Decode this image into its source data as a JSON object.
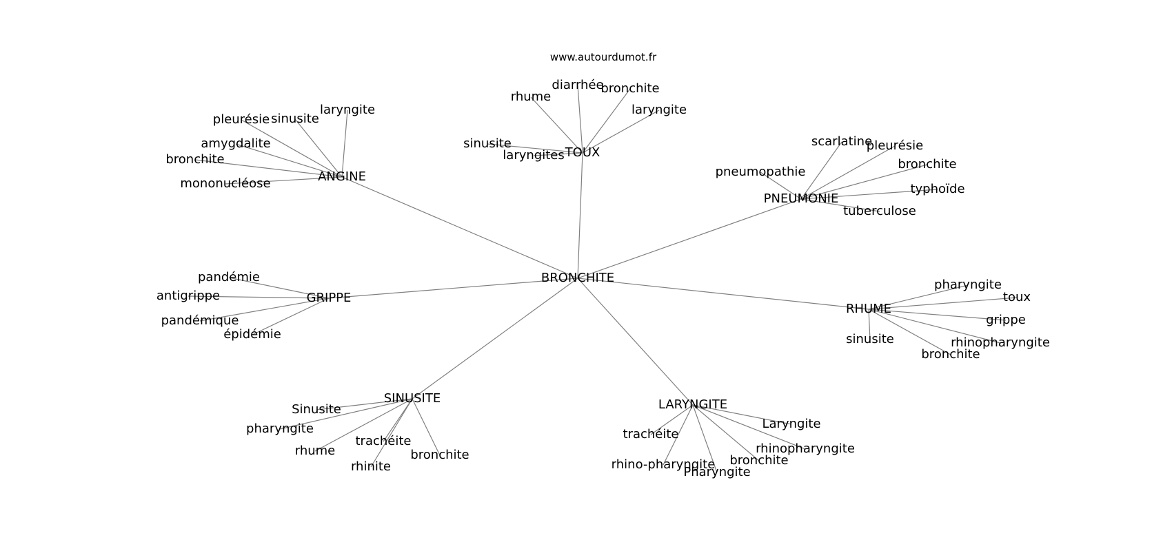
{
  "source": "www.autourdumot.fr",
  "center": "BRONCHITE",
  "clusters": [
    {
      "hub": "TOUX",
      "leaves": [
        "diarrhée",
        "bronchite",
        "rhume",
        "laryngite",
        "sinusite",
        "laryngites"
      ]
    },
    {
      "hub": "ANGINE",
      "leaves": [
        "laryngite",
        "pleurésie",
        "sinusite",
        "amygdalite",
        "bronchite",
        "mononucléose"
      ]
    },
    {
      "hub": "PNEUMONIE",
      "leaves": [
        "scarlatine",
        "pleurésie",
        "bronchite",
        "pneumopathie",
        "typhoïde",
        "tuberculose"
      ]
    },
    {
      "hub": "GRIPPE",
      "leaves": [
        "pandémie",
        "antigrippe",
        "pandémique",
        "épidémie"
      ]
    },
    {
      "hub": "RHUME",
      "leaves": [
        "pharyngite",
        "toux",
        "grippe",
        "rhinopharyngite",
        "sinusite",
        "bronchite"
      ]
    },
    {
      "hub": "SINUSITE",
      "leaves": [
        "Sinusite",
        "pharyngite",
        "trachéite",
        "rhume",
        "bronchite",
        "rhinite"
      ]
    },
    {
      "hub": "LARYNGITE",
      "leaves": [
        "Laryngite",
        "trachéite",
        "rhinopharyngite",
        "bronchite",
        "rhino-pharyngite",
        "Pharyngite"
      ]
    }
  ]
}
